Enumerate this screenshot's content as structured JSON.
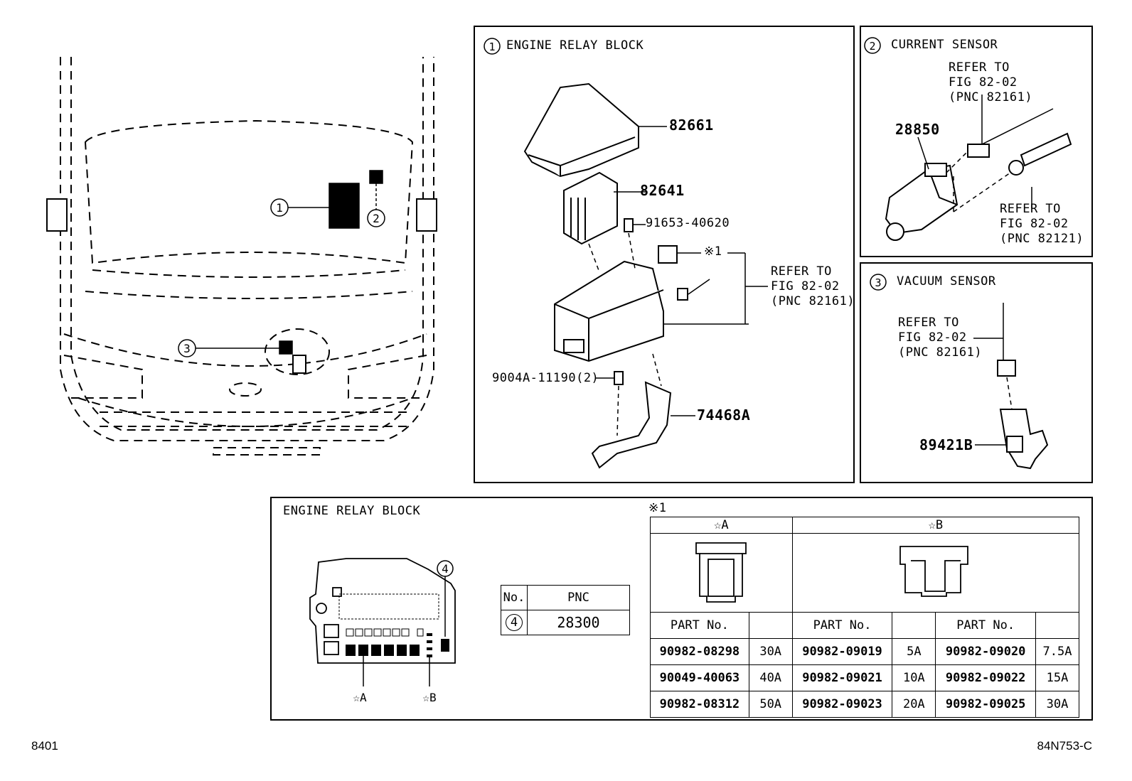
{
  "panels": {
    "engine_relay": {
      "num": "1",
      "title": "ENGINE RELAY BLOCK"
    },
    "current_sensor": {
      "num": "2",
      "title": "CURRENT SENSOR"
    },
    "vacuum_sensor": {
      "num": "3",
      "title": "VACUUM SENSOR"
    },
    "bottom": {
      "title": "ENGINE RELAY BLOCK",
      "note_mark": "※1"
    }
  },
  "locator": {
    "marker1": "1",
    "marker2": "2",
    "marker3": "3"
  },
  "parts": {
    "p82661": "82661",
    "p82641": "82641",
    "p91653": "91653-40620",
    "p_note1": "※1",
    "p9004a": "9004A-11190(2)",
    "p74468a": "74468A",
    "p28850": "28850",
    "p89421b": "89421B"
  },
  "refer": {
    "relay": [
      "REFER TO",
      "FIG 82-02",
      "(PNC 82161)"
    ],
    "current_a": [
      "REFER TO",
      "FIG 82-02",
      "(PNC 82161)"
    ],
    "current_b": [
      "REFER TO",
      "FIG 82-02",
      "(PNC 82121)"
    ],
    "vacuum": [
      "REFER TO",
      "FIG 82-02",
      "(PNC 82161)"
    ]
  },
  "relay_diagram": {
    "circle4": "4",
    "star_a": "☆A",
    "star_b": "☆B"
  },
  "pnc_table": {
    "h_no": "No.",
    "h_pnc": "PNC",
    "row_no": "4",
    "row_pnc": "28300"
  },
  "fuse_table": {
    "group_a": "☆A",
    "group_b": "☆B",
    "part_no_header": "PART No.",
    "rows": [
      [
        "90982-08298",
        "30A",
        "90982-09019",
        "5A",
        "90982-09020",
        "7.5A"
      ],
      [
        "90049-40063",
        "40A",
        "90982-09021",
        "10A",
        "90982-09022",
        "15A"
      ],
      [
        "90982-08312",
        "50A",
        "90982-09023",
        "20A",
        "90982-09025",
        "30A"
      ]
    ]
  },
  "footer": {
    "left": "8401",
    "right": "84N753-C"
  }
}
